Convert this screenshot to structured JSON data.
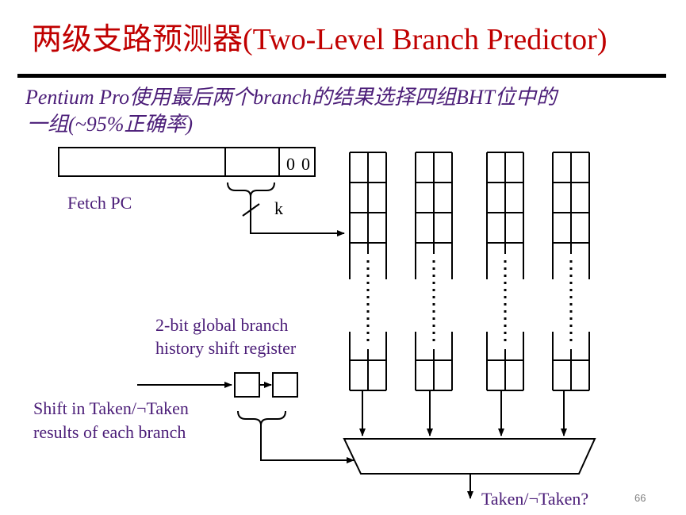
{
  "title": "两级支路预测器(Two-Level Branch Predictor)",
  "subtitle_line1": "Pentium Pro使用最后两个branch的结果选择四组BHT位中的",
  "subtitle_line2": "一组(~95%正确率)",
  "fetch_pc_label": "Fetch PC",
  "pc_low_bits": [
    "0",
    "0"
  ],
  "k_label": "k",
  "history_register_label_line1": "2-bit global branch",
  "history_register_label_line2": "history shift register",
  "shift_in_label_line1": "Shift in Taken/¬Taken",
  "shift_in_label_line2": "results of each branch",
  "output_label": "Taken/¬Taken?",
  "page_number": "66",
  "colors": {
    "title": "#c00000",
    "text": "#4b1d78",
    "lines": "#000000"
  }
}
